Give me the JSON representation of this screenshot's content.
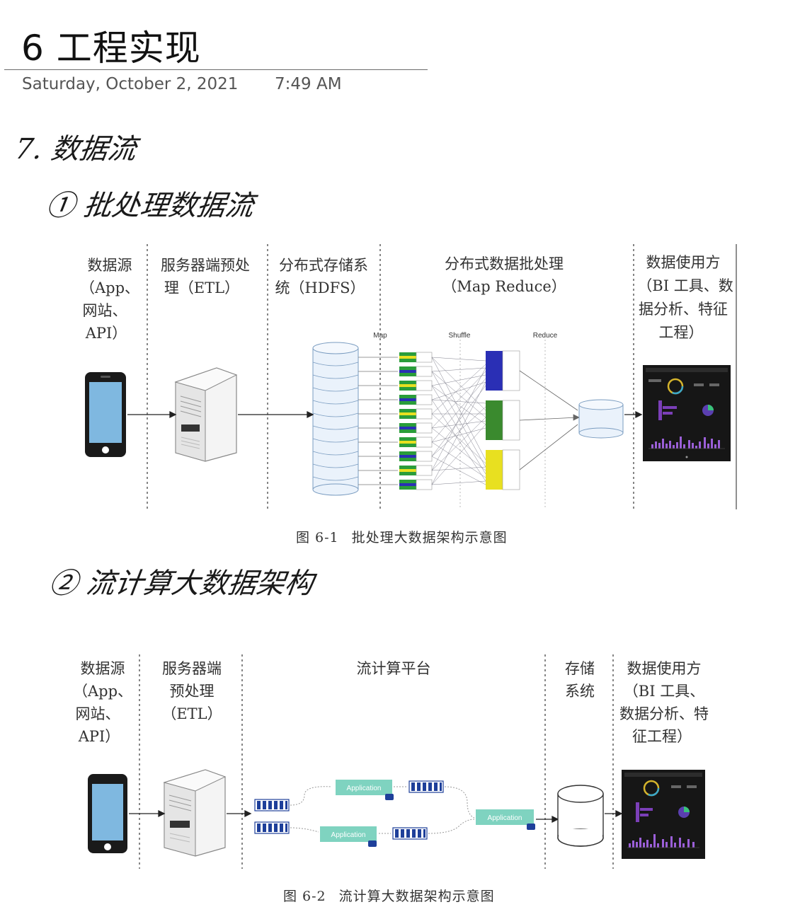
{
  "page": {
    "title": "6 工程实现",
    "date": "Saturday, October 2, 2021",
    "time": "7:49 AM"
  },
  "notes": {
    "heading": "7. 数据流",
    "item1": "① 批处理数据流",
    "item2": "② 流计算大数据架构"
  },
  "figure1": {
    "caption_number": "图 6-1",
    "caption_text": "批处理大数据架构示意图",
    "col_source": [
      "数据源",
      "（App、",
      "网站、",
      "API）"
    ],
    "col_etl": [
      "服务器端预处",
      "理（ETL）"
    ],
    "col_hdfs": [
      "分布式存储系",
      "统（HDFS）"
    ],
    "col_mr": [
      "分布式数据批处理",
      "（Map Reduce）"
    ],
    "col_consumer": [
      "数据使用方",
      "（BI 工具、数",
      "据分析、特征",
      "工程）"
    ],
    "stage_map": "Map",
    "stage_shuffle": "Shuffle",
    "stage_reduce": "Reduce"
  },
  "figure2": {
    "caption_number": "图 6-2",
    "caption_text": "流计算大数据架构示意图",
    "col_source": [
      "数据源",
      "（App、",
      "网站、",
      "API）"
    ],
    "col_etl": [
      "服务器端",
      "预处理",
      "（ETL）"
    ],
    "col_stream": [
      "流计算平台"
    ],
    "col_storage": [
      "存储",
      "系统"
    ],
    "col_consumer": [
      "数据使用方",
      "（BI 工具、",
      "数据分析、特",
      "征工程）"
    ],
    "app_label": "Application"
  },
  "colors": {
    "phone_screen": "#7fb8e0",
    "reduce_blue": "#2a2fb5",
    "reduce_green": "#3a8a2e",
    "reduce_yellow": "#e8e020",
    "app_teal": "#7fd3c0",
    "queue_blue": "#1e3f9a"
  }
}
